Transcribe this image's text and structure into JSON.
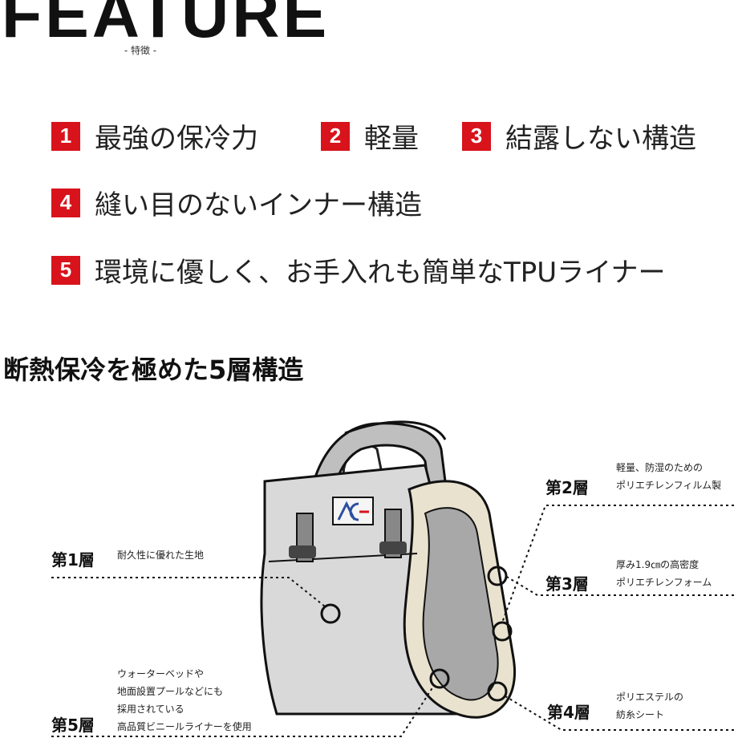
{
  "header": {
    "title": "FEATURE",
    "subtitle": "- 特徴 -"
  },
  "features": [
    {
      "number": "1",
      "label": "最強の保冷力"
    },
    {
      "number": "2",
      "label": "軽量"
    },
    {
      "number": "3",
      "label": "結露しない構造"
    },
    {
      "number": "4",
      "label": "縫い目のないインナー構造"
    },
    {
      "number": "5",
      "label": "環境に優しく、お手入れも簡単なTPUライナー"
    }
  ],
  "section": {
    "heading": "断熱保冷を極めた5層構造"
  },
  "layers": [
    {
      "name": "第1層",
      "desc": "耐久性に優れた生地"
    },
    {
      "name": "第2層",
      "desc": "軽量、防湿のための\nポリエチレンフィルム製"
    },
    {
      "name": "第3層",
      "desc": "厚み1.9㎝の高密度\nポリエチレンフォーム"
    },
    {
      "name": "第4層",
      "desc": "ポリエステルの\n紡糸シート"
    },
    {
      "name": "第5層",
      "desc": "ウォーターベッドや\n地面設置プールなどにも\n採用されている\n高品質ビニールライナーを使用"
    }
  ],
  "colors": {
    "accent": "#d8131b",
    "text": "#1a1a1a",
    "bag_body": "#d9d9d9",
    "bag_lining": "#f3eedc"
  }
}
